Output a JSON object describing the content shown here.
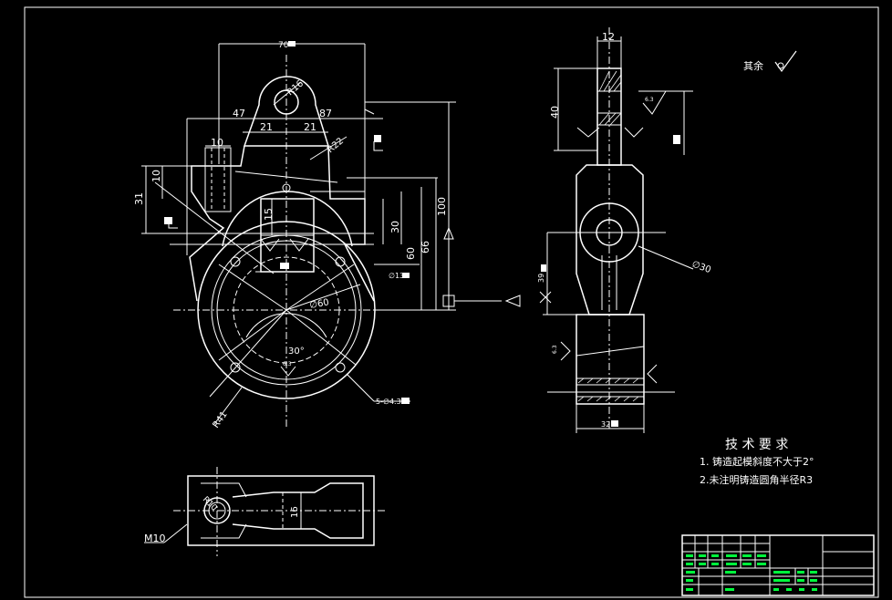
{
  "dims": {
    "d70": "70",
    "d47": "47",
    "d87": "87",
    "d21a": "21",
    "d21b": "21",
    "d10a": "10",
    "d10b": "10",
    "d31": "31",
    "d15": "15",
    "d30": "30",
    "d60": "60",
    "d66": "66",
    "d100": "100",
    "r16": "R16",
    "r22": "R22",
    "r41": "R41",
    "dia60": "∅60",
    "dia30": "∅30",
    "dia13": "∅13",
    "a30": "30°",
    "holes": "5-∅4.3",
    "d12": "12",
    "d40": "40",
    "d39": "39",
    "d32": "32",
    "d16": "16",
    "r10": "R10",
    "m10": "M10",
    "r63": "6.3"
  },
  "notes": {
    "rest": "其余",
    "title": "技 术 要 求",
    "item1": "1. 铸造起模斜度不大于2°",
    "item2": "2.未注明铸造圆角半径R3"
  },
  "colors": {
    "line": "#ffffff",
    "bg": "#000000",
    "green": "#00ff3c"
  }
}
